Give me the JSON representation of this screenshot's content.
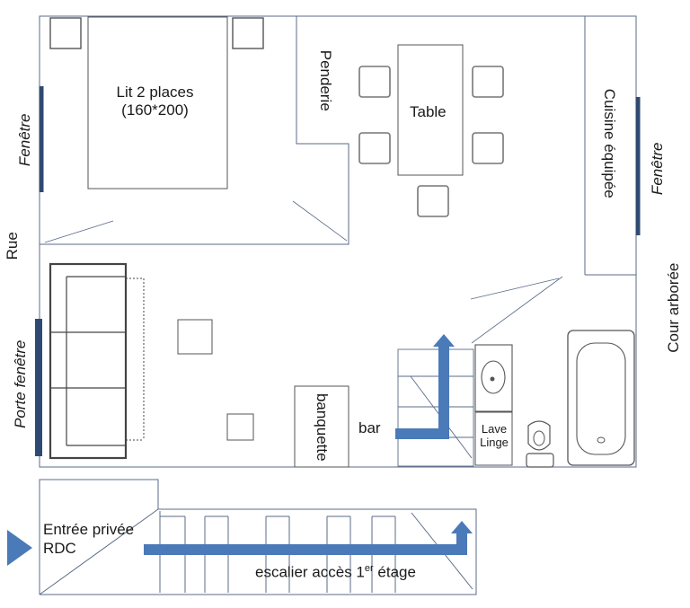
{
  "rooms": {
    "bed_line1": "Lit 2 places",
    "bed_line2": "(160*200)",
    "wardrobe": "Penderie",
    "table": "Table",
    "kitchen": "Cuisine équipée",
    "bench": "banquette",
    "bar": "bar",
    "washer_line1": "Lave",
    "washer_line2": "Linge",
    "entrance_line1": "Entrée privée",
    "entrance_line2": "RDC",
    "stairs_prefix": "escalier accès 1",
    "stairs_sup": "er",
    "stairs_suffix": " étage"
  },
  "openings": {
    "window_left": "Fenêtre",
    "window_right": "Fenêtre",
    "french_window": "Porte fenêtre"
  },
  "surroundings": {
    "street": "Rue",
    "courtyard": "Cour arborée"
  },
  "colors": {
    "wall": "#5a6b88",
    "window": "#2f4a72",
    "arrow": "#4a7ab8",
    "furniture": "#555555"
  }
}
